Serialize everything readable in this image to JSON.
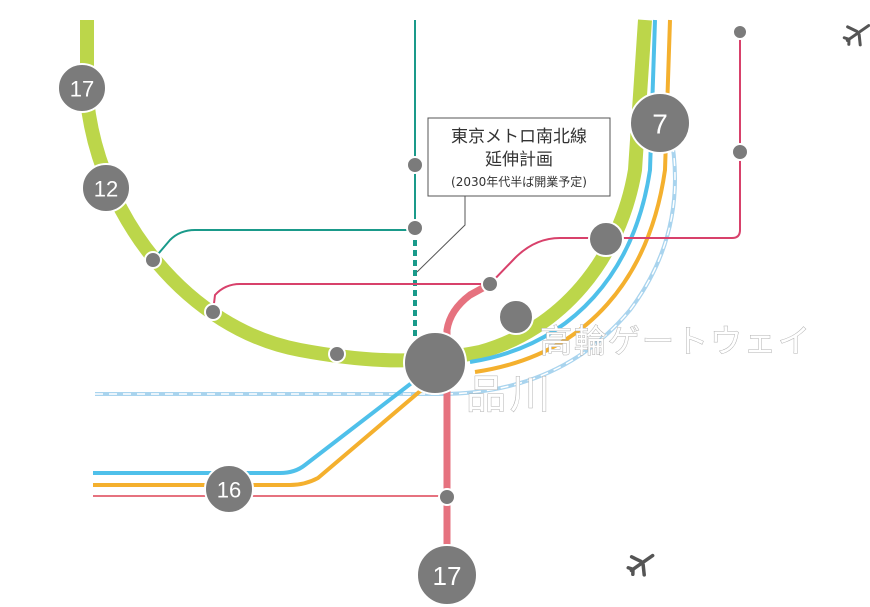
{
  "callout": {
    "line1": "東京メトロ南北線",
    "line2": "延伸計画",
    "line3": "(2030年代半ば開業予定)"
  },
  "stations": {
    "takanawa_gateway": "高輪ゲートウェイ",
    "shinagawa": "品川"
  },
  "badges": {
    "yamanote_top": "17",
    "yamanote_mid": "12",
    "east_hub": "7",
    "west_hub": "16",
    "south_hub": "17"
  },
  "icons": [
    "airplane-icon",
    "airplane-icon"
  ],
  "colors": {
    "yamanote_green": "#bcd64a",
    "keihin_blue": "#4fc0ea",
    "tokaido_orange": "#f4b02e",
    "keikyu_red": "#e6727f",
    "teal": "#1a9a8a",
    "magenta": "#d8416b",
    "station_gray": "#7b7b7b"
  }
}
